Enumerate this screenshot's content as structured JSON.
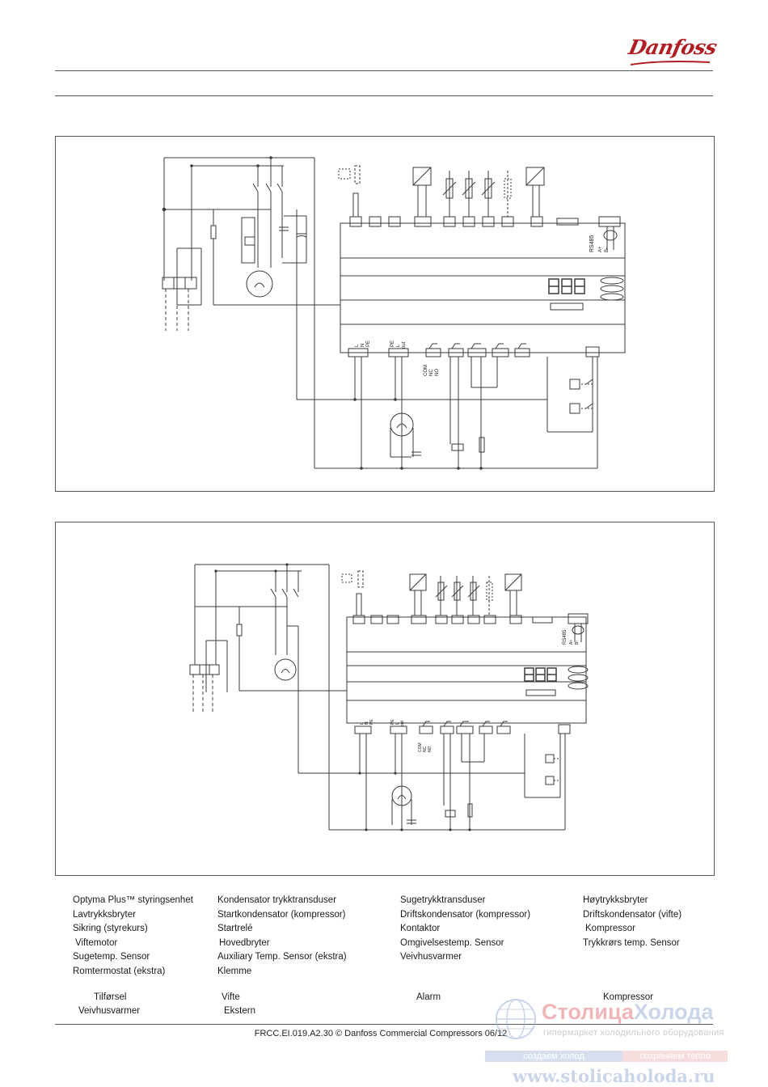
{
  "brand": {
    "name": "Danfoss"
  },
  "legend": {
    "col1": [
      "Optyma Plus™ styringsenhet",
      "Lavtrykksbryter",
      "Sikring (styrekurs)",
      "Viftemotor",
      "Sugetemp. Sensor",
      "Romtermostat (ekstra)"
    ],
    "col2": [
      "Kondensator trykktransduser",
      "Startkondensator (kompressor)",
      "Startrelé",
      "Hovedbryter",
      "Auxiliary Temp. Sensor (ekstra)",
      "Klemme"
    ],
    "col3": [
      "Sugetrykktransduser",
      "Driftskondensator (kompressor)",
      "Kontaktor",
      "Omgivelsestemp. Sensor",
      "Veivhusvarmer"
    ],
    "col4": [
      "Høytrykksbryter",
      "Driftskondensator (vifte)",
      "Kompressor",
      "Trykkrørs temp. Sensor"
    ]
  },
  "legend2": {
    "tilforsel": "Tilførsel",
    "vifte": "Vifte",
    "alarm": "Alarm",
    "kompressor": "Kompressor",
    "veivhusvarmer": "Veivhusvarmer",
    "ekstern": "Ekstern"
  },
  "diagram": {
    "rs485": "RS485",
    "a_plus": "A+",
    "b_minus": "B-",
    "com": "COM",
    "nc": "NC",
    "no": "NO",
    "l": "L",
    "n": "N",
    "pe": "PE",
    "out": "out"
  },
  "footer": {
    "text": "FRCC.EI.019.A2.30 © Danfoss Commercial Compressors 06/12"
  },
  "watermark": {
    "brand_a": "Столица",
    "brand_b": "Холода",
    "sub": "гипермаркет холодильного оборудования",
    "slogan_left": "создаем холод",
    "slogan_right": "сохраняем тепло",
    "url": "www.stolicaholoda.ru"
  },
  "colors": {
    "line": "#3a3a3a",
    "brand_red": "#b01e24"
  }
}
